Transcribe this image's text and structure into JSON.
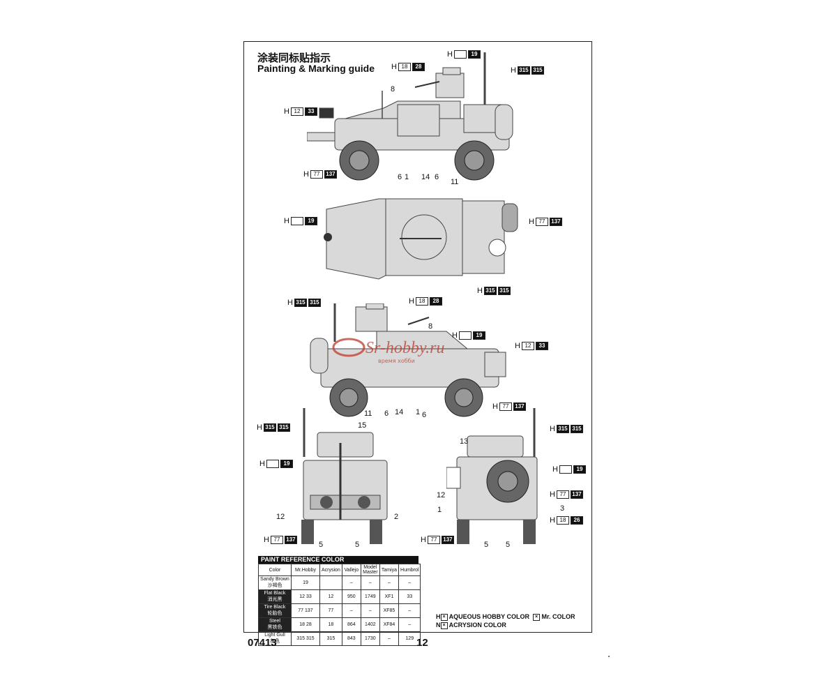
{
  "header": {
    "title_cn": "涂装同标贴指示",
    "title_en": "Painting & Marking guide"
  },
  "footer": {
    "code": "07413",
    "page": "12"
  },
  "paint_table": {
    "title": "PAINT  REFERENCE COLOR",
    "headers": [
      "Color",
      "Mr.Hobby",
      "Acrysion",
      "Vallejo",
      "Model Master",
      "Tamiya",
      "Humbrol"
    ],
    "rows": [
      {
        "color": "Sandy Brown",
        "color_cn": "沙褐色",
        "h": "19",
        "n": "",
        "vallejo": "–",
        "mm": "–",
        "tamiya": "–",
        "humbrol": "–"
      },
      {
        "color": "Flat Black",
        "color_cn": "消光黑",
        "h": "12 33",
        "n": "12",
        "vallejo": "950",
        "mm": "1749",
        "tamiya": "XF1",
        "humbrol": "33"
      },
      {
        "color": "Tire Black",
        "color_cn": "轮胎色",
        "h": "77 137",
        "n": "77",
        "vallejo": "–",
        "mm": "–",
        "tamiya": "XF85",
        "humbrol": "–"
      },
      {
        "color": "Steel",
        "color_cn": "黑铁色",
        "h": "18 28",
        "n": "18",
        "vallejo": "864",
        "mm": "1402",
        "tamiya": "XF84",
        "humbrol": "–"
      },
      {
        "color": "Light Gull",
        "color_cn": "灰色",
        "h": "315 315",
        "n": "315",
        "vallejo": "843",
        "mm": "1730",
        "tamiya": "–",
        "humbrol": "129"
      }
    ]
  },
  "legend": {
    "line1_a": "AQUEOUS HOBBY COLOR",
    "line1_b": "Mr. COLOR",
    "line2": "ACRYSION COLOR",
    "h": "H",
    "n": "N"
  },
  "callouts": {
    "h19": {
      "h": "H",
      "a": "",
      "b": "19"
    },
    "h1828": {
      "h": "H",
      "a": "18",
      "b": "28"
    },
    "h315": {
      "h": "H",
      "a": "315",
      "b": "315"
    },
    "h1233": {
      "h": "H",
      "a": "12",
      "b": "33"
    },
    "h77137": {
      "h": "H",
      "a": "77",
      "b": "137"
    },
    "h1826": {
      "h": "H",
      "a": "18",
      "b": "26"
    }
  },
  "part_numbers": {
    "n8": "8",
    "n6": "6",
    "n1": "1",
    "n14": "14",
    "n11": "11",
    "n15": "15",
    "n12": "12",
    "n2": "2",
    "n5": "5",
    "n13": "13",
    "n3": "3"
  },
  "watermark": {
    "text": "Sr-hobby.ru",
    "sub": "время хобби"
  },
  "colors": {
    "vehicle_fill": "#d9d9d9",
    "vehicle_line": "#444444",
    "dark": "#111111",
    "watermark": "#c0392b"
  }
}
